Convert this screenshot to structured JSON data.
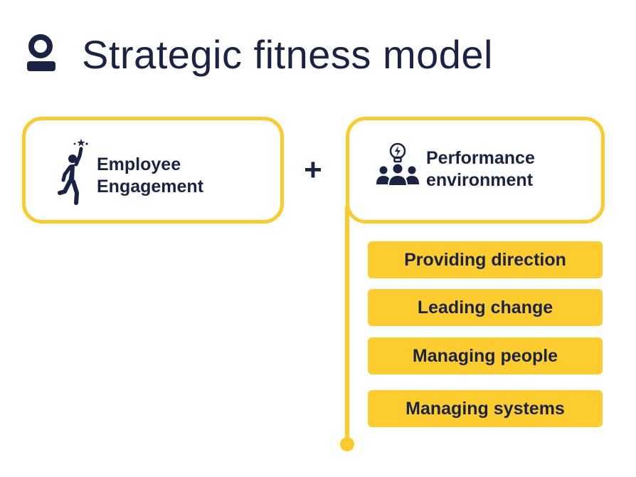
{
  "title": "Strategic fitness model",
  "accent_color": "#fbcb2c",
  "text_color": "#1b2344",
  "icons": {
    "title": "user-icon",
    "engagement": "cheering-person-icon",
    "performance": "team-idea-icon"
  },
  "engagement": {
    "label": "Employee\nEngagement"
  },
  "operator": "+",
  "performance": {
    "label": "Performance\nenvironment"
  },
  "components": [
    {
      "label": "Providing direction"
    },
    {
      "label": "Leading change"
    },
    {
      "label": "Managing people"
    },
    {
      "label": "Managing systems"
    }
  ]
}
